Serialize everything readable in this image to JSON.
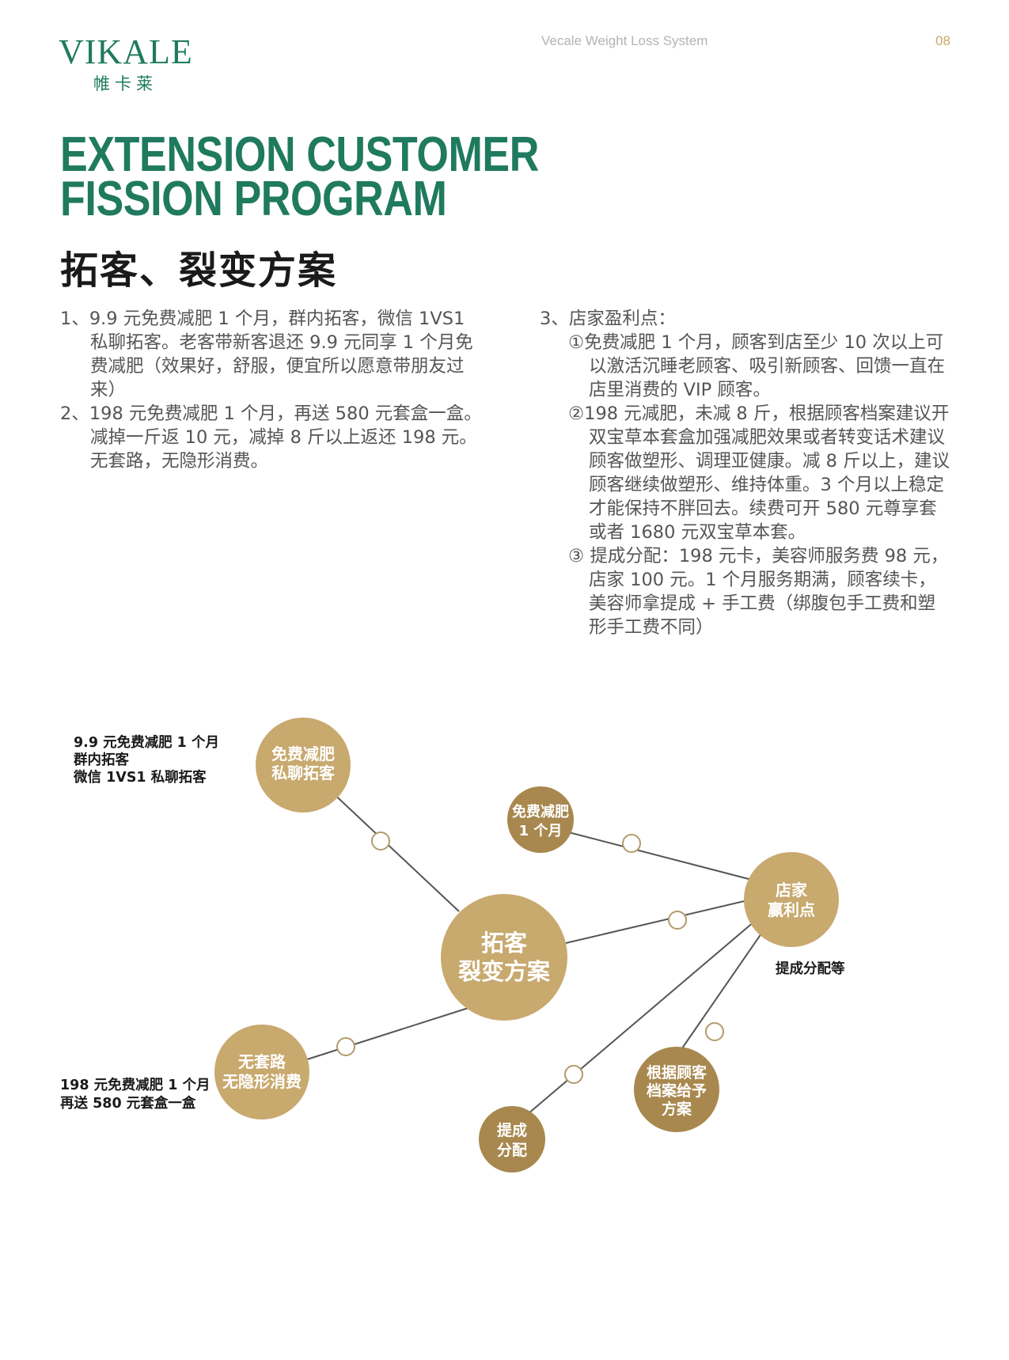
{
  "header": {
    "logo_en": "VIKALE",
    "logo_cn": "帷卡莱",
    "tagline": "Vecale Weight Loss System",
    "page_number": "08"
  },
  "title": {
    "en_line1": "EXTENSION CUSTOMER",
    "en_line2": "FISSION PROGRAM",
    "cn": "拓客、裂变方案"
  },
  "left_column": {
    "item1": "1、9.9 元免费减肥 1 个月，群内拓客，微信 1VS1 私聊拓客。老客带新客退还 9.9 元同享 1 个月免费减肥（效果好，舒服，便宜所以愿意带朋友过来）",
    "item2": "2、198 元免费减肥 1 个月，再送 580 元套盒一盒。减掉一斤返 10 元，减掉 8 斤以上返还 198 元。无套路，无隐形消费。"
  },
  "right_column": {
    "heading": "3、店家盈利点：",
    "point1": "①免费减肥 1 个月，顾客到店至少 10 次以上可以激活沉睡老顾客、吸引新顾客、回馈一直在店里消费的 VIP 顾客。",
    "point2": "②198 元减肥，未减 8 斤，根据顾客档案建议开双宝草本套盒加强减肥效果或者转变话术建议顾客做塑形、调理亚健康。减 8 斤以上，建议顾客继续做塑形、维持体重。3 个月以上稳定才能保持不胖回去。续费可开 580 元尊享套或者 1680 元双宝草本套。",
    "point3": "③ 提成分配：198 元卡，美容师服务费 98 元，店家 100 元。1 个月服务期满，顾客续卡，美容师拿提成 + 手工费（绑腹包手工费和塑形手工费不同）"
  },
  "diagram": {
    "center": {
      "line1": "拓客",
      "line2": "裂变方案"
    },
    "free_private": {
      "line1": "免费减肥",
      "line2": "私聊拓客"
    },
    "free_month": {
      "line1": "免费减肥",
      "line2": "1 个月"
    },
    "profit": {
      "line1": "店家",
      "line2": "赢利点"
    },
    "no_trick": {
      "line1": "无套路",
      "line2": "无隐形消费"
    },
    "commission": {
      "line1": "提成",
      "line2": "分配"
    },
    "archive": {
      "line1": "根据顾客",
      "line2": "档案给予",
      "line3": "方案"
    },
    "note_top_left": {
      "line1": "9.9 元免费减肥 1 个月",
      "line2": "群内拓客",
      "line3": "微信 1VS1 私聊拓客"
    },
    "note_bottom_left": {
      "line1": "198 元免费减肥 1 个月",
      "line2": "再送 580 元套盒一盒"
    },
    "note_right": "提成分配等",
    "colors": {
      "gold_light": "#c8a96e",
      "gold_dark": "#a8884e",
      "line": "#555555"
    }
  }
}
